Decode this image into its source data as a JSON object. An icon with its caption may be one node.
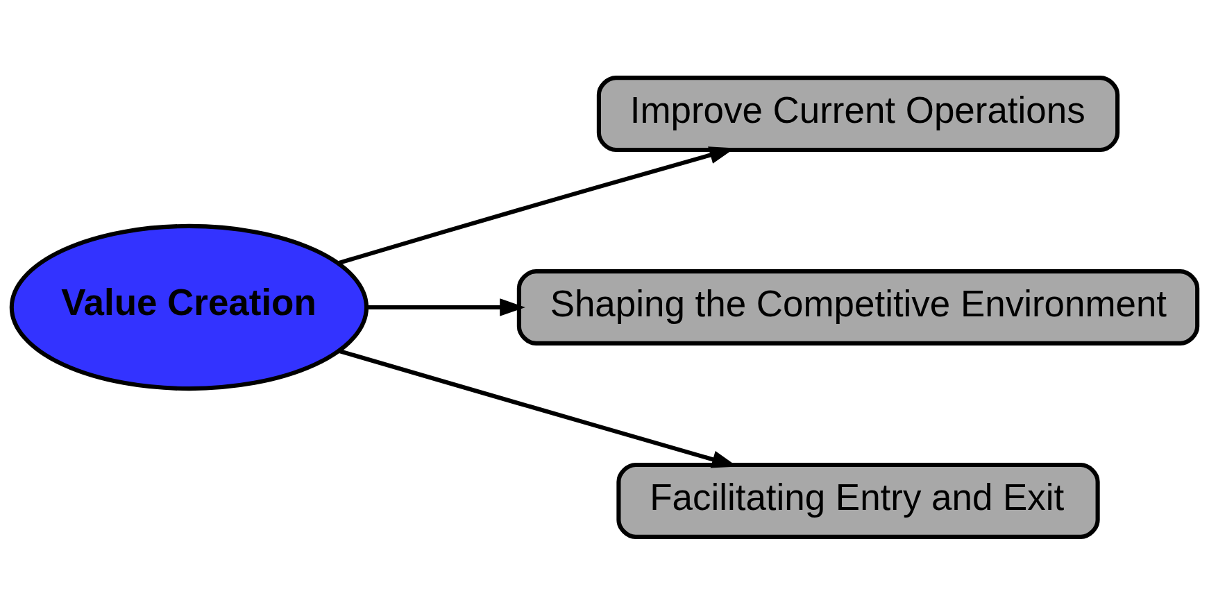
{
  "diagram": {
    "nodes": [
      {
        "text": [
          "Value Creation"
        ]
      },
      {
        "text": [
          "Improve Current Operations"
        ]
      },
      {
        "text": [
          "Shaping the Competitive Environment"
        ]
      },
      {
        "text": [
          "Facilitating Entry and Exit"
        ]
      }
    ],
    "edges": [
      {
        "from": 0,
        "to": 1,
        "arrow": "to"
      },
      {
        "from": 0,
        "to": 2,
        "arrow": "to"
      },
      {
        "from": 0,
        "to": 3,
        "arrow": "to"
      }
    ]
  }
}
